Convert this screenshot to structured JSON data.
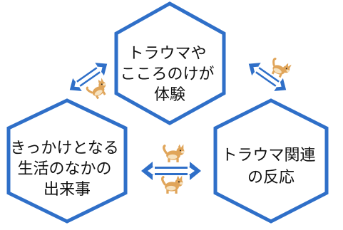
{
  "nodes": [
    {
      "id": "top",
      "lines": [
        "トラウマや",
        "こころのけが",
        "体験"
      ]
    },
    {
      "id": "left",
      "lines": [
        "きっかけとなる",
        "生活のなかの",
        "出来事"
      ]
    },
    {
      "id": "right",
      "lines": [
        "トラウマ関連",
        "の反応"
      ]
    }
  ],
  "arrows": [
    {
      "id": "top-left",
      "from": "top",
      "to": "left",
      "type": "bidirectional"
    },
    {
      "id": "top-right",
      "from": "top",
      "to": "right",
      "type": "bidirectional"
    },
    {
      "id": "left-right",
      "from": "left",
      "to": "right",
      "type": "bidirectional"
    }
  ],
  "colors": {
    "hex_stroke": "#2f6fc8",
    "hex_fill": "#ffffff",
    "arrow_fill": "#2f6fc8",
    "arrow_inner": "#ffffff",
    "text": "#111111",
    "dog_body": "#e0a55a",
    "dog_light": "#f6e2c0"
  },
  "icons": [
    "shiba-dog-icon"
  ]
}
